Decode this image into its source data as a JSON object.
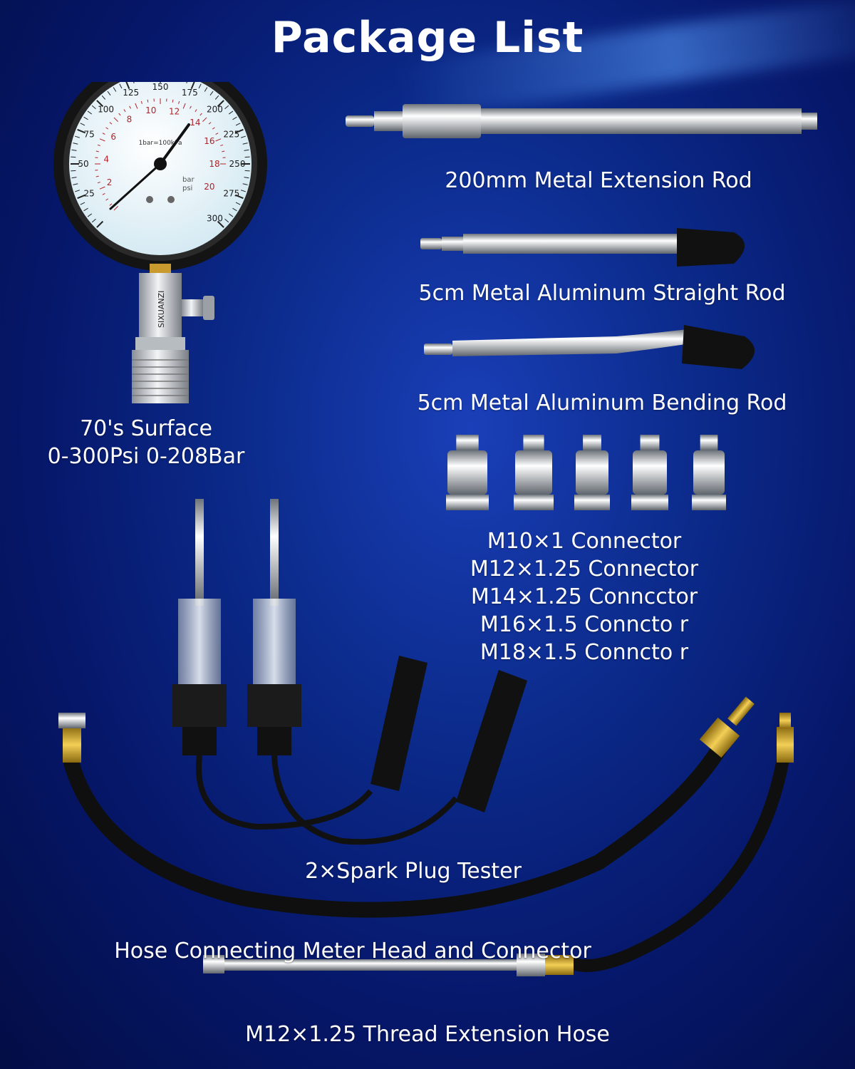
{
  "header": {
    "title": "Package List"
  },
  "gauge": {
    "outer_scale": [
      "25",
      "50",
      "75",
      "100",
      "125",
      "150",
      "175",
      "200",
      "225",
      "250",
      "275",
      "300"
    ],
    "inner_scale": [
      "2",
      "4",
      "6",
      "8",
      "10",
      "12",
      "14",
      "16",
      "18",
      "20"
    ],
    "face_text": "1bar=100kPa",
    "unit_bar": "bar",
    "unit_psi": "psi",
    "brand": "SIXUANZI",
    "label_line1": "70's Surface",
    "label_line2": "0-300Psi 0-208Bar"
  },
  "items": {
    "extension_rod": "200mm Metal Extension Rod",
    "straight_rod": "5cm Metal Aluminum Straight Rod",
    "bending_rod": "5cm Metal Aluminum Bending Rod",
    "connectors": [
      "M10×1 Connector",
      "M12×1.25 Connector",
      "M14×1.25 Conncctor",
      "M16×1.5 Conncto r",
      "M18×1.5 Conncto r"
    ],
    "spark_plug_tester": "2×Spark Plug Tester",
    "hose": "Hose Connecting Meter Head and Connector",
    "thread_hose": "M12×1.25 Thread Extension Hose"
  }
}
